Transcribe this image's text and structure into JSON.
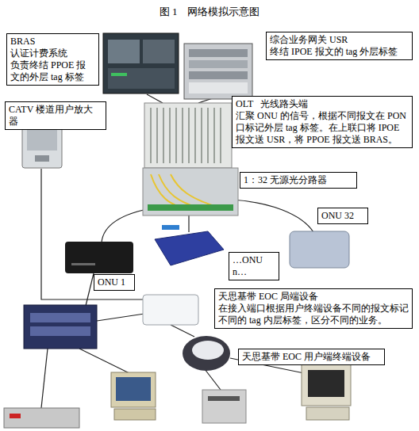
{
  "diagram": {
    "title": "图 1    网络模拟示意图",
    "nodes": [
      {
        "text": [
          "BRAS",
          "认证计费系统",
          "负责终结 PPOE 报文的外层 tag 标签"
        ]
      },
      {
        "text": [
          "综合业务网关 USR",
          "终结 IPOE 报文的 tag 外层标签"
        ]
      },
      {
        "text": [
          "CATV 楼道用户放大器"
        ]
      },
      {
        "text": [
          "OLT   光线路头端",
          "汇聚 ONU 的信号，根据不同报文在 PON 口标记外层 tag 标签。在上联口将 IPOE 报文送 USR，将 PPOE 报文送 BRAS。"
        ]
      },
      {
        "text": [
          "1：32 无源光分路器"
        ]
      },
      {
        "text": [
          "ONU 32"
        ]
      },
      {
        "text": [
          "…ONU   n…"
        ]
      },
      {
        "text": [
          "ONU 1"
        ]
      },
      {
        "text": [
          "天思基带 EOC 局端设备",
          "在接入端口根据用户终端设备不同的报文标记不同的 tag 内层标签，区分不同的业务。"
        ]
      },
      {
        "text": [
          "天思基带 EOC 用户端终端设备"
        ]
      }
    ]
  }
}
